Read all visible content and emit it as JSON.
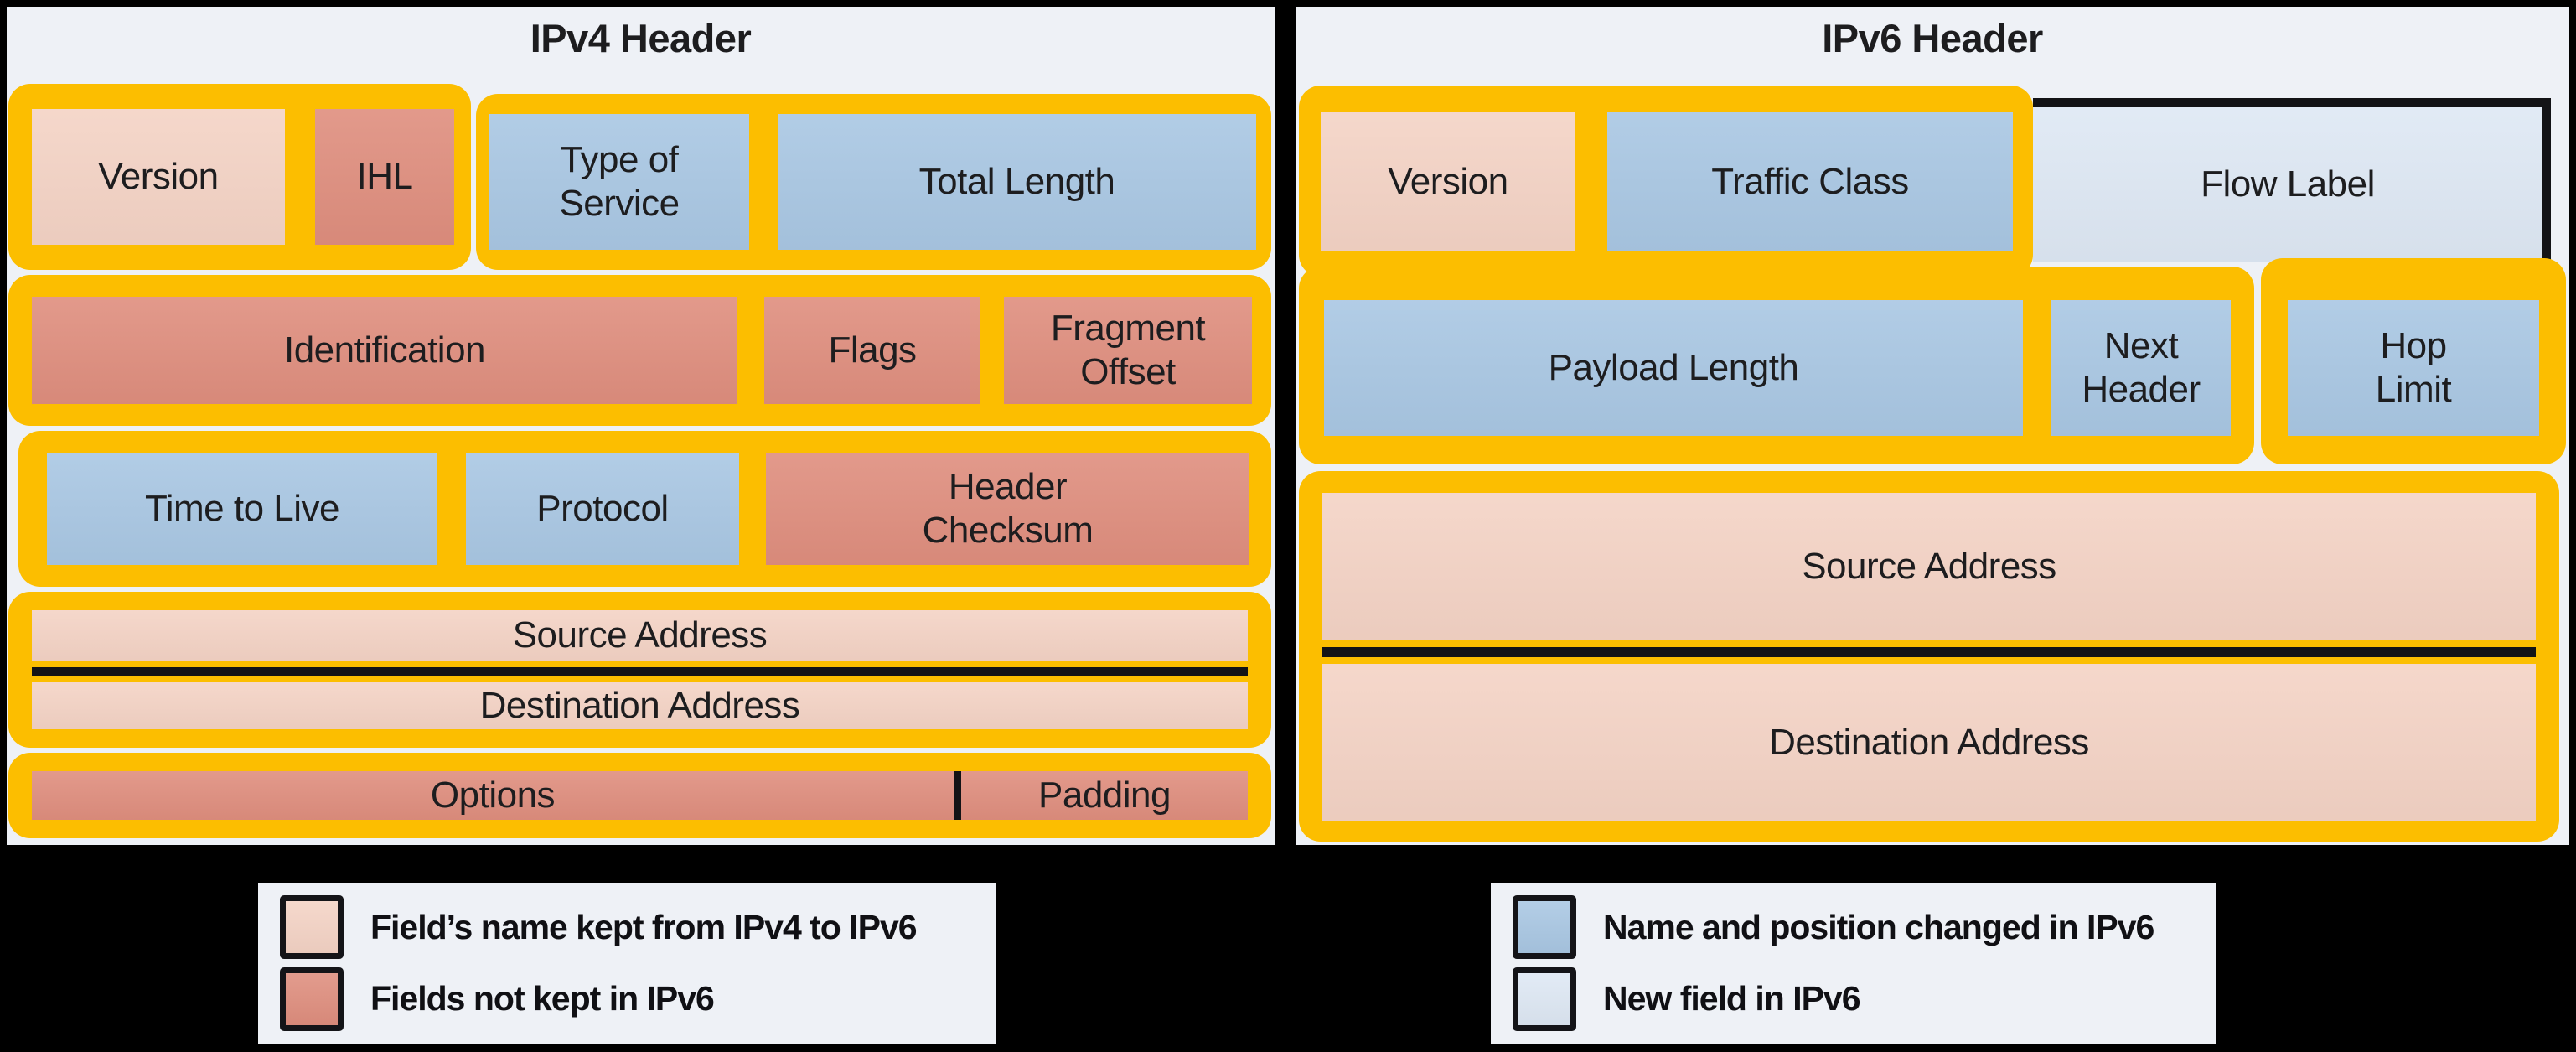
{
  "ipv4": {
    "title": "IPv4 Header",
    "fields": {
      "version": "Version",
      "ihl": "IHL",
      "tos": "Type of Service",
      "total_length": "Total Length",
      "identification": "Identification",
      "flags": "Flags",
      "fragment_offset": "Fragment Offset",
      "ttl": "Time to Live",
      "protocol": "Protocol",
      "header_checksum": "Header Checksum",
      "source_address": "Source Address",
      "destination_address": "Destination Address",
      "options": "Options",
      "padding": "Padding"
    }
  },
  "ipv6": {
    "title": "IPv6 Header",
    "fields": {
      "version": "Version",
      "traffic_class": "Traffic Class",
      "flow_label": "Flow Label",
      "payload_length": "Payload Length",
      "next_header": "Next Header",
      "hop_limit": "Hop Limit",
      "source_address": "Source Address",
      "destination_address": "Destination Address"
    }
  },
  "legend": {
    "kept_label": "Field’s name kept from IPv4 to IPv6",
    "not_kept_label": "Fields not kept in IPv6",
    "changed_label": "Name and position changed in IPv6",
    "new_label": "New field in IPv6"
  },
  "colors": {
    "kept": "#f4d3c5",
    "not_kept": "#df8e7e",
    "changed": "#a9c7e3",
    "new_field": "#dee8f4",
    "outline": "#fcbe00",
    "panel_bg": "#eef1f6",
    "canvas_bg": "#000000",
    "divider": "#131316",
    "text": "#1d1d1f"
  }
}
